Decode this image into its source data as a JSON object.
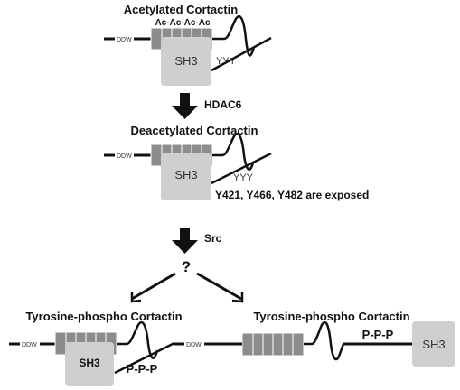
{
  "panel1": {
    "title": "Acetylated Cortactin",
    "acetyl_label": "Ac-Ac-Ac-Ac",
    "ddw": "DDW",
    "sh3": "SH3",
    "tyrosines": "YYY"
  },
  "arrow1": {
    "label": "HDAC6"
  },
  "panel2": {
    "title": "Deacetylated Cortactin",
    "ddw": "DDW",
    "sh3": "SH3",
    "tyrosines": "YYY",
    "note": "Y421, Y466, Y482 are exposed"
  },
  "arrow2": {
    "label": "Src"
  },
  "question": "?",
  "panel3": {
    "title": "Tyrosine-phospho Cortactin",
    "ddw": "DDW",
    "sh3": "SH3",
    "phospho": "P-P-P"
  },
  "panel4": {
    "title": "Tyrosine-phospho Cortactin",
    "ddw": "DDW",
    "sh3": "SH3",
    "phospho": "P-P-P"
  },
  "colors": {
    "repeat_box": "#8c8c8c",
    "sh3_box": "#cfcfcf",
    "line": "#111111"
  }
}
